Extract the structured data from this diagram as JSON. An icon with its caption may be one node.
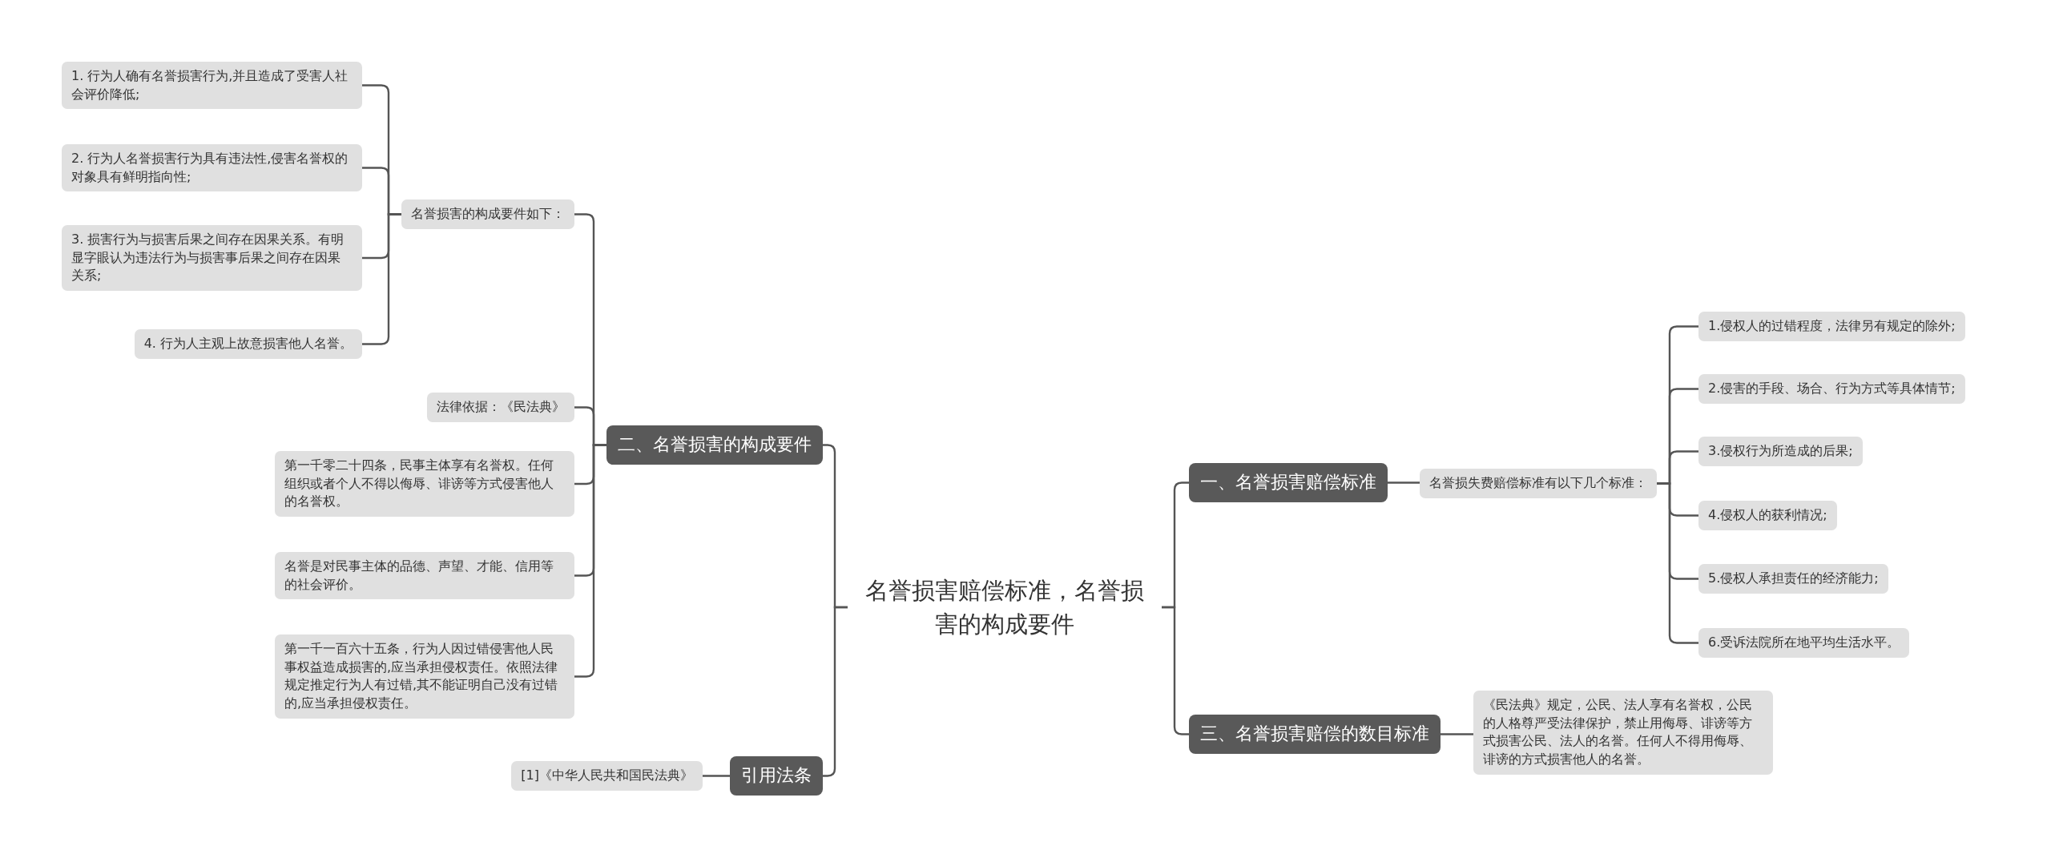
{
  "diagram": {
    "nodes": [
      {
        "text": [
          "名誉损害赔偿标准，名誉损害的构成要件"
        ]
      },
      {
        "text": [
          "二、名誉损害的构成要件"
        ]
      },
      {
        "text": [
          "名誉损害的构成要件如下："
        ]
      },
      {
        "text": [
          "1. 行为人确有名誉损害行为,并且造成了受害人社会评价降低;"
        ]
      },
      {
        "text": [
          "2. 行为人名誉损害行为具有违法性,侵害名誉权的对象具有鲜明指向性;"
        ]
      },
      {
        "text": [
          "3. 损害行为与损害后果之间存在因果关系。有明显字眼认为违法行为与损害事后果之间存在因果关系;"
        ]
      },
      {
        "text": [
          "4. 行为人主观上故意损害他人名誉。"
        ]
      },
      {
        "text": [
          "法律依据：《民法典》"
        ]
      },
      {
        "text": [
          "第一千零二十四条，民事主体享有名誉权。任何组织或者个人不得以侮辱、诽谤等方式侵害他人的名誉权。"
        ]
      },
      {
        "text": [
          "名誉是对民事主体的品德、声望、才能、信用等的社会评价。"
        ]
      },
      {
        "text": [
          "第一千一百六十五条，行为人因过错侵害他人民事权益造成损害的,应当承担侵权责任。依照法律规定推定行为人有过错,其不能证明自己没有过错的,应当承担侵权责任。"
        ]
      },
      {
        "text": [
          "引用法条"
        ]
      },
      {
        "text": [
          "[1]《中华人民共和国民法典》"
        ]
      },
      {
        "text": [
          "一、名誉损害赔偿标准"
        ]
      },
      {
        "text": [
          "名誉损失费赔偿标准有以下几个标准："
        ]
      },
      {
        "text": [
          "1.侵权人的过错程度，法律另有规定的除外;"
        ]
      },
      {
        "text": [
          "2.侵害的手段、场合、行为方式等具体情节;"
        ]
      },
      {
        "text": [
          "3.侵权行为所造成的后果;"
        ]
      },
      {
        "text": [
          "4.侵权人的获利情况;"
        ]
      },
      {
        "text": [
          "5.侵权人承担责任的经济能力;"
        ]
      },
      {
        "text": [
          "6.受诉法院所在地平均生活水平。"
        ]
      },
      {
        "text": [
          "三、名誉损害赔偿的数目标准"
        ]
      },
      {
        "text": [
          "《民法典》规定，公民、法人享有名誉权，公民的人格尊严受法律保护，禁止用侮辱、诽谤等方式损害公民、法人的名誉。任何人不得用侮辱、诽谤的方式损害他人的名誉。"
        ]
      }
    ],
    "edges": [
      {
        "from": 0,
        "to": 1,
        "arrow": "none"
      },
      {
        "from": 1,
        "to": 2,
        "arrow": "none"
      },
      {
        "from": 2,
        "to": 3,
        "arrow": "none"
      },
      {
        "from": 2,
        "to": 4,
        "arrow": "none"
      },
      {
        "from": 2,
        "to": 5,
        "arrow": "none"
      },
      {
        "from": 2,
        "to": 6,
        "arrow": "none"
      },
      {
        "from": 1,
        "to": 7,
        "arrow": "none"
      },
      {
        "from": 1,
        "to": 8,
        "arrow": "none"
      },
      {
        "from": 1,
        "to": 9,
        "arrow": "none"
      },
      {
        "from": 1,
        "to": 10,
        "arrow": "none"
      },
      {
        "from": 0,
        "to": 11,
        "arrow": "none"
      },
      {
        "from": 11,
        "to": 12,
        "arrow": "none"
      },
      {
        "from": 0,
        "to": 13,
        "arrow": "none"
      },
      {
        "from": 13,
        "to": 14,
        "arrow": "none"
      },
      {
        "from": 14,
        "to": 15,
        "arrow": "none"
      },
      {
        "from": 14,
        "to": 16,
        "arrow": "none"
      },
      {
        "from": 14,
        "to": 17,
        "arrow": "none"
      },
      {
        "from": 14,
        "to": 18,
        "arrow": "none"
      },
      {
        "from": 14,
        "to": 19,
        "arrow": "none"
      },
      {
        "from": 14,
        "to": 20,
        "arrow": "none"
      },
      {
        "from": 0,
        "to": 21,
        "arrow": "none"
      },
      {
        "from": 21,
        "to": 22,
        "arrow": "none"
      }
    ]
  }
}
